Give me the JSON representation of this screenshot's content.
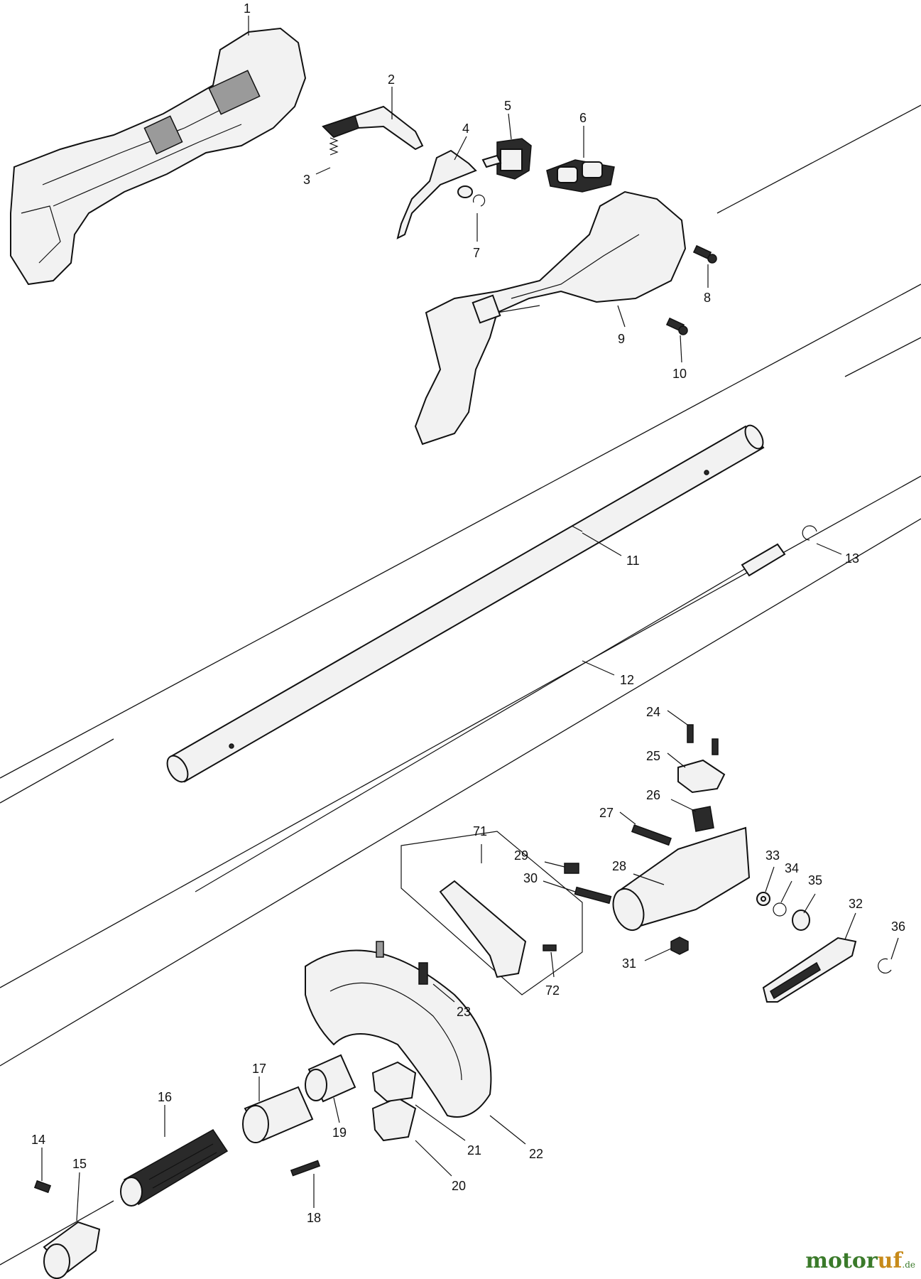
{
  "diagram": {
    "callouts": [
      {
        "id": "1",
        "label": "1"
      },
      {
        "id": "2",
        "label": "2"
      },
      {
        "id": "3",
        "label": "3"
      },
      {
        "id": "4",
        "label": "4"
      },
      {
        "id": "5",
        "label": "5"
      },
      {
        "id": "6",
        "label": "6"
      },
      {
        "id": "7",
        "label": "7"
      },
      {
        "id": "8",
        "label": "8"
      },
      {
        "id": "9",
        "label": "9"
      },
      {
        "id": "10",
        "label": "10"
      },
      {
        "id": "11",
        "label": "11"
      },
      {
        "id": "12",
        "label": "12"
      },
      {
        "id": "13",
        "label": "13"
      },
      {
        "id": "14",
        "label": "14"
      },
      {
        "id": "15",
        "label": "15"
      },
      {
        "id": "16",
        "label": "16"
      },
      {
        "id": "17",
        "label": "17"
      },
      {
        "id": "18",
        "label": "18"
      },
      {
        "id": "19",
        "label": "19"
      },
      {
        "id": "20",
        "label": "20"
      },
      {
        "id": "21",
        "label": "21"
      },
      {
        "id": "22",
        "label": "22"
      },
      {
        "id": "23",
        "label": "23"
      },
      {
        "id": "24",
        "label": "24"
      },
      {
        "id": "25",
        "label": "25"
      },
      {
        "id": "26",
        "label": "26"
      },
      {
        "id": "27",
        "label": "27"
      },
      {
        "id": "28",
        "label": "28"
      },
      {
        "id": "29",
        "label": "29"
      },
      {
        "id": "30",
        "label": "30"
      },
      {
        "id": "31",
        "label": "31"
      },
      {
        "id": "32",
        "label": "32"
      },
      {
        "id": "33",
        "label": "33"
      },
      {
        "id": "34",
        "label": "34"
      },
      {
        "id": "35",
        "label": "35"
      },
      {
        "id": "36",
        "label": "36"
      },
      {
        "id": "71",
        "label": "71"
      },
      {
        "id": "72",
        "label": "72"
      }
    ]
  },
  "brand": {
    "name_part1": "motor",
    "name_part2": "uf",
    "suffix": ".de"
  },
  "colors": {
    "line": "#111111",
    "brand_green": "#3a7a2a",
    "brand_orange": "#c78a1a"
  }
}
